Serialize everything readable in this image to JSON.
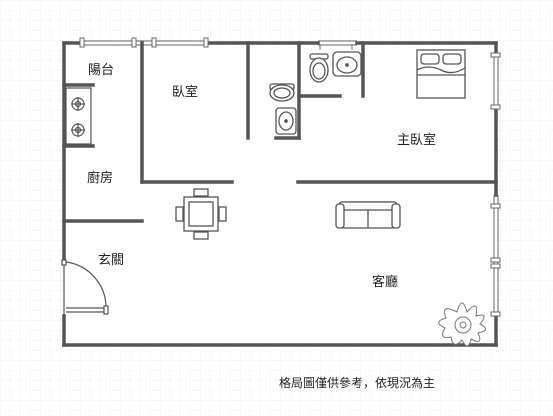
{
  "rooms": {
    "balcony": "陽台",
    "bedroom": "臥室",
    "kitchen": "廚房",
    "master_bedroom": "主臥室",
    "entrance": "玄關",
    "living_room": "客廳"
  },
  "disclaimer": "格局圖僅供參考，依現況為主",
  "colors": {
    "wall": "#555555",
    "grid": "#d9d9d9",
    "fixture_line": "#555555",
    "plant": "#777777"
  }
}
